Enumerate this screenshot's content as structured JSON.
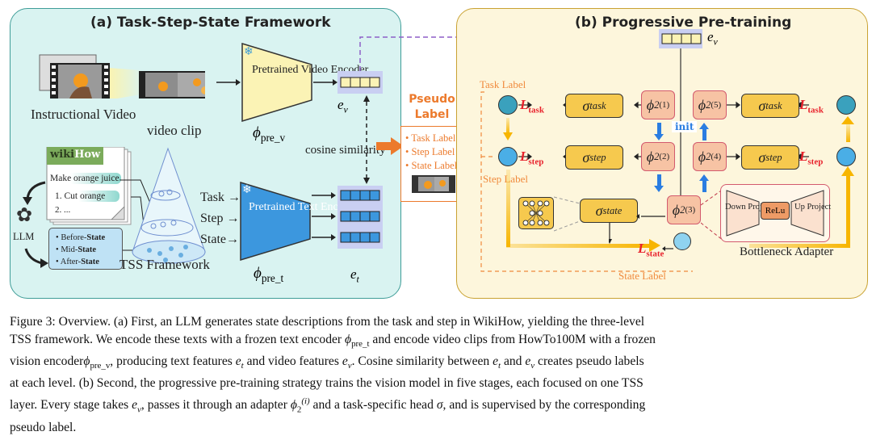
{
  "panel_a": {
    "title": "(a) Task-Step-State Framework",
    "instructional_video_label": "Instructional Video",
    "video_clip_label": "video clip",
    "video_encoder_label": "Pretrained Video Encoder",
    "video_encoder_symbol": "ϕ",
    "video_encoder_subscript": "pre_v",
    "ev_symbol": "e",
    "ev_subscript": "v",
    "cosine_label": "cosine similarity",
    "wikihow_brand_wiki": "wiki",
    "wikihow_brand_how": "How",
    "wikihow_task": "Make orange juice",
    "wikihow_step1": "1. Cut orange",
    "wikihow_step2": "2. ...",
    "llm_label": "LLM",
    "states": [
      {
        "prefix": "Before-",
        "bold": "State"
      },
      {
        "prefix": "Mid-",
        "bold": "State"
      },
      {
        "prefix": "After-",
        "bold": "State"
      }
    ],
    "tss_label": "TSS Framework",
    "text_inputs": [
      "Task",
      "Step",
      "State"
    ],
    "text_encoder_label": "Pretrained Text Encoder",
    "text_encoder_symbol": "ϕ",
    "text_encoder_subscript": "pre_t",
    "et_symbol": "e",
    "et_subscript": "t"
  },
  "pseudo_label": {
    "title": "Pseudo Label",
    "items": [
      "Task Label",
      "Step Label",
      "State Label"
    ]
  },
  "panel_b": {
    "title": "(b) Progressive Pre-training",
    "ev_symbol": "e",
    "ev_subscript": "v",
    "task_label": "Task Label",
    "step_label": "Step Label",
    "state_label": "State Label",
    "init_label": "init",
    "sigma_task": "σ",
    "sigma_task_sub": "task",
    "sigma_step": "σ",
    "sigma_step_sub": "step",
    "sigma_state": "σ",
    "sigma_state_sub": "state",
    "phi": "ϕ",
    "phi_sub": "2",
    "phi_stages": [
      "(1)",
      "(2)",
      "(3)",
      "(4)",
      "(5)"
    ],
    "loss_symbol": "L",
    "loss_task_sub": "task",
    "loss_step_sub": "step",
    "loss_state_sub": "state",
    "adapter_down": "Down Project",
    "adapter_relu": "ReLu",
    "adapter_up": "Up Project",
    "adapter_label": "Bottleneck Adapter"
  },
  "caption": {
    "line1": "Figure 3: Overview. (a) First, an LLM generates state descriptions from the task and step in WikiHow, yielding the three-level",
    "line2a": "TSS framework. We encode these texts with a frozen text encoder ",
    "line2b": " and encode video clips from HowTo100M with a frozen",
    "line3a": "vision encoder",
    "line3b": ", producing text features ",
    "line3c": " and video features ",
    "line3d": ". Cosine similarity between ",
    "line3e": " and ",
    "line3f": " creates pseudo labels",
    "line4": "at each level. (b) Second, the progressive pre-training strategy trains the vision model in five stages, each focused on one TSS",
    "line5a": "layer. Every stage takes ",
    "line5b": ", passes it through an adapter ",
    "line5c": " and a task-specific head ",
    "line5d": ", and is supervised by the corresponding",
    "line6": "pseudo label.",
    "phi": "ϕ",
    "pre_t": "pre_t",
    "pre_v": "pre_v",
    "e": "e",
    "t": "t",
    "v": "v",
    "sigma": "σ",
    "two": "2",
    "i": "(i)"
  }
}
